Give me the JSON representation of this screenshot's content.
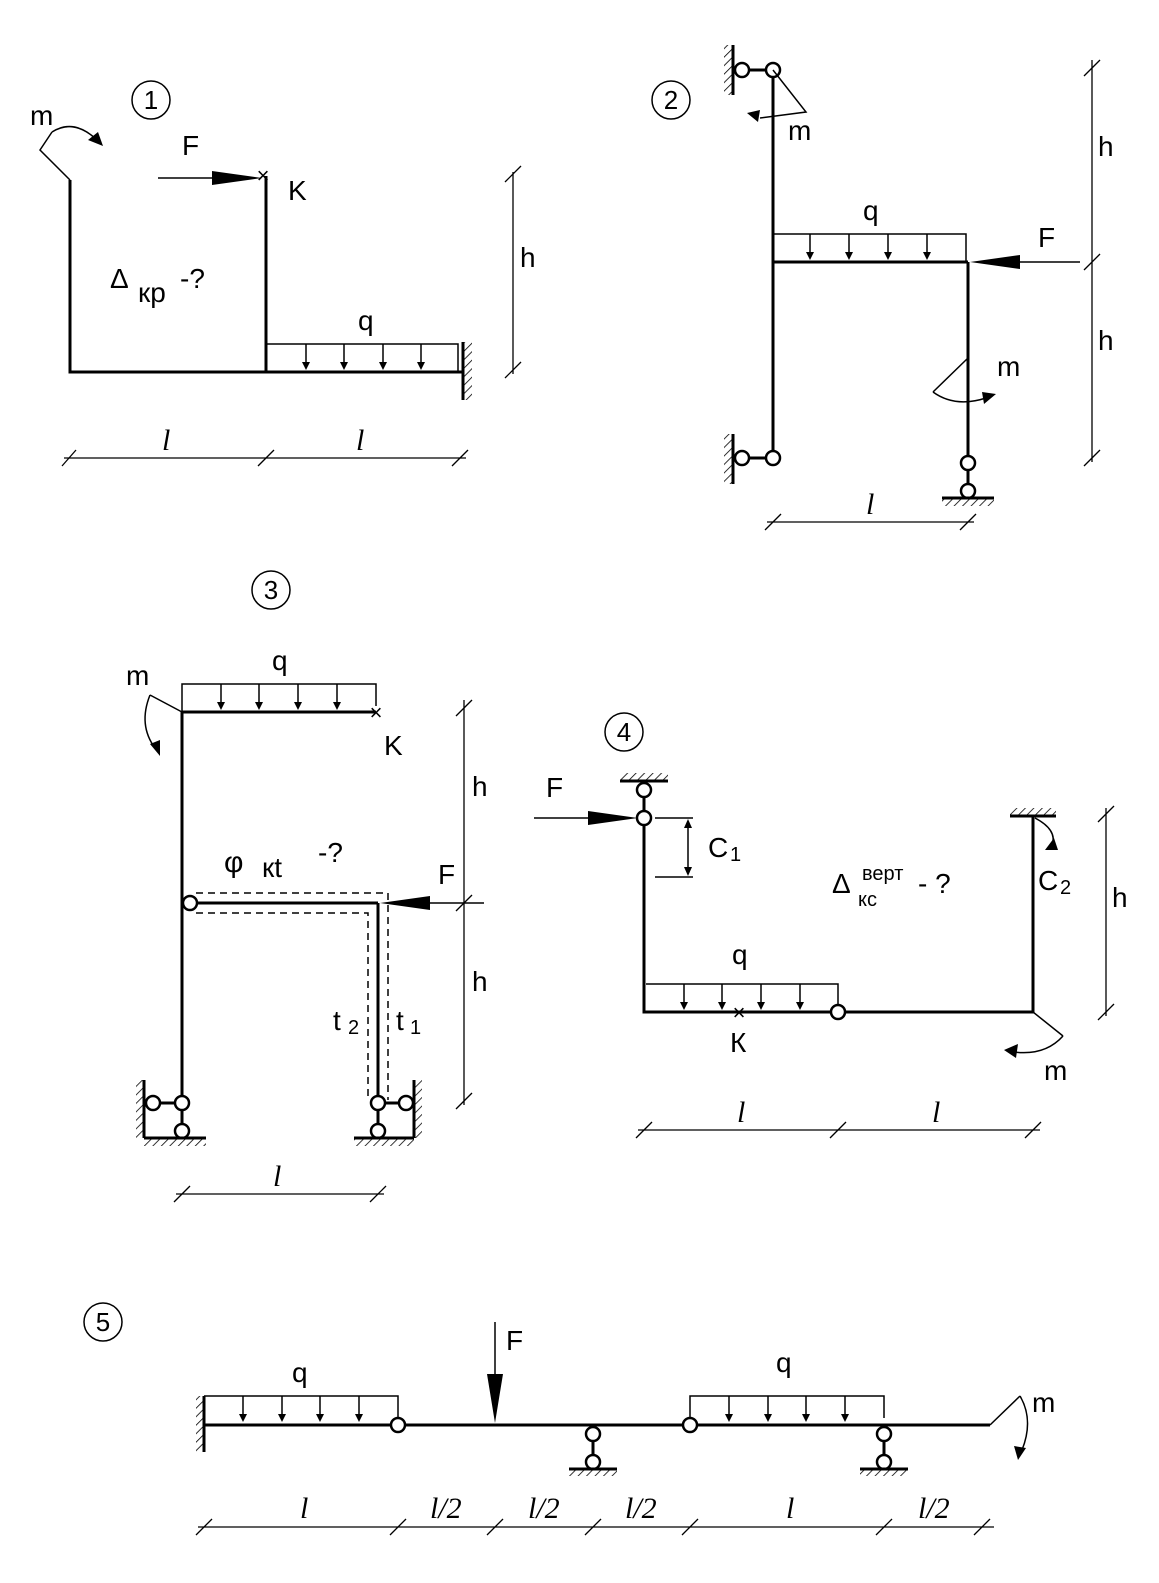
{
  "schemes": [
    {
      "number": "1",
      "labels": {
        "m": "m",
        "F": "F",
        "K": "K",
        "q": "q",
        "h": "h",
        "l1": "l",
        "l2": "l"
      },
      "query": {
        "symbol": "Δ",
        "subscript": "кр",
        "suffix": "-?"
      }
    },
    {
      "number": "2",
      "labels": {
        "m_top": "m",
        "m_bottom": "m",
        "q": "q",
        "F": "F",
        "h_top": "h",
        "h_bottom": "h",
        "l": "l"
      }
    },
    {
      "number": "3",
      "labels": {
        "m": "m",
        "q": "q",
        "K": "K",
        "F": "F",
        "h_top": "h",
        "h_bottom": "h",
        "t2": "t",
        "t2_sub": "2",
        "t1": "t",
        "t1_sub": "1",
        "l": "l"
      },
      "query": {
        "symbol": "φ",
        "subscript": "кt",
        "suffix": "-?"
      }
    },
    {
      "number": "4",
      "labels": {
        "F": "F",
        "C1": "C",
        "C1_sub": "1",
        "C2": "C",
        "C2_sub": "2",
        "q": "q",
        "K": "К",
        "m": "m",
        "h": "h",
        "l1": "l",
        "l2": "l"
      },
      "query": {
        "symbol": "Δ",
        "superscript": "верт",
        "subscript": "кс",
        "suffix": "- ?"
      }
    },
    {
      "number": "5",
      "labels": {
        "q_left": "q",
        "q_right": "q",
        "F": "F",
        "m": "m"
      },
      "spans": [
        "l",
        "l/2",
        "l/2",
        "l/2",
        "l",
        "l/2"
      ]
    }
  ]
}
